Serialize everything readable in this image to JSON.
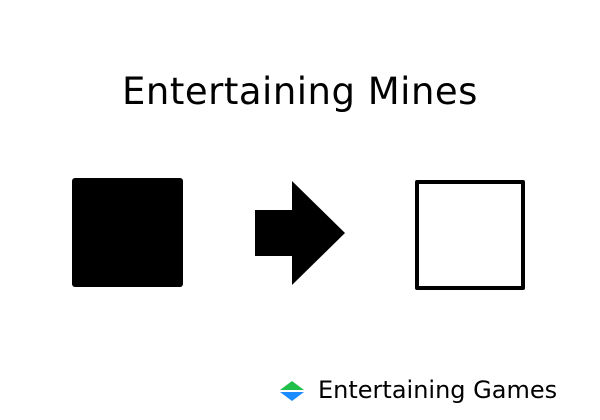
{
  "game": {
    "title": "Entertaining Mines"
  },
  "tutorial": {
    "before_tile": "covered-tile",
    "transition_icon": "arrow-right-icon",
    "after_tile": "revealed-tile"
  },
  "brand": {
    "name": "Entertaining Games",
    "logo_icon": "entertaining-games-logo-icon",
    "logo_colors": {
      "green": "#1fbf4a",
      "blue": "#1a8cff"
    }
  },
  "colors": {
    "background": "#ffffff",
    "foreground": "#000000"
  }
}
